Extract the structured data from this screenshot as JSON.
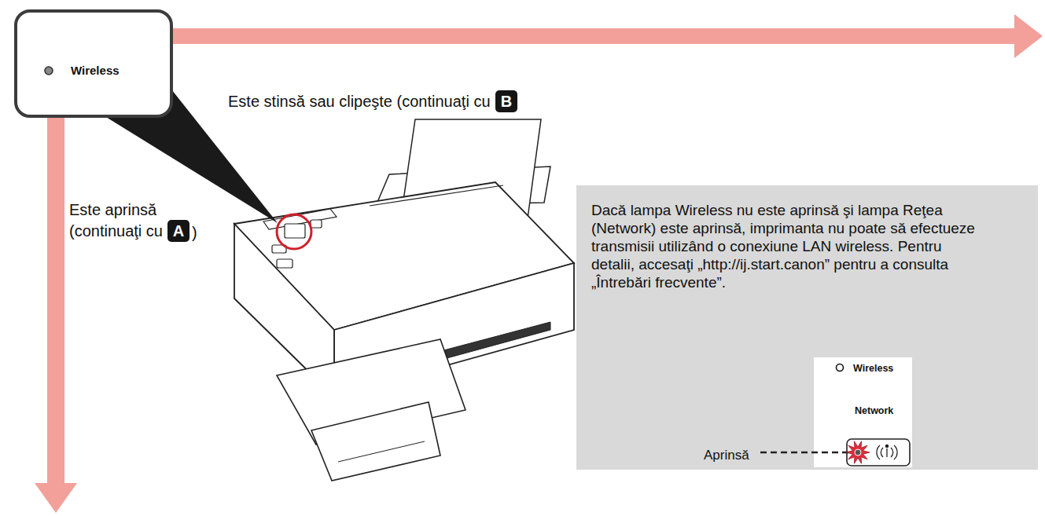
{
  "diagram": {
    "nodes": [
      {
        "text": [
          "Wireless"
        ]
      },
      {
        "text": [
          "B"
        ]
      },
      {
        "text": [
          "A"
        ]
      },
      {
        "text": [
          "Dacă lampa Wireless nu este aprinsă şi lampa Reţea (Network) este aprinsă, imprimanta nu poate să efectueze transmisii utilizând o conexiune LAN wireless. Pentru detalii, accesaţi „http://ij.start.canon” pentru a consulta „Întrebări frecvente”."
        ]
      },
      {
        "text": [
          "Wireless",
          "Network"
        ],
        "in": 3
      }
    ],
    "labels": [
      "Este stinsă sau clipeşte (continuaţi cu",
      "Este aprinsă (continuaţi cu",
      ")",
      "Aprinsă"
    ]
  }
}
